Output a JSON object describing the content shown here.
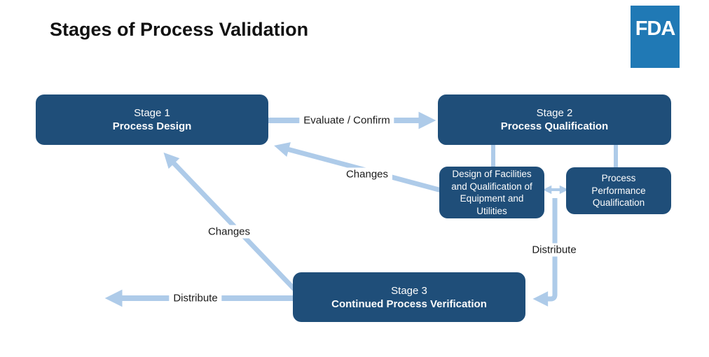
{
  "title": "Stages of Process Validation",
  "logo": {
    "text": "FDA"
  },
  "colors": {
    "node_fill": "#1f4e79",
    "arrow": "#aecbe9",
    "logo_blue": "#2079b5",
    "node_text": "#fdfdfd"
  },
  "nodes": {
    "stage1": {
      "subtitle": "Stage 1",
      "title": "Process Design"
    },
    "stage2": {
      "subtitle": "Stage 2",
      "title": "Process Qualification"
    },
    "stage3": {
      "subtitle": "Stage 3",
      "title": "Continued Process Verification"
    },
    "design_facilities": {
      "title": "Design of Facilities and Qualification of Equipment and Utilities"
    },
    "process_performance": {
      "title": "Process Performance Qualification"
    }
  },
  "edge_labels": {
    "evaluate_confirm": "Evaluate / Confirm",
    "changes_from_design": "Changes",
    "changes_from_stage3": "Changes",
    "distribute_down": "Distribute",
    "distribute_left": "Distribute"
  }
}
